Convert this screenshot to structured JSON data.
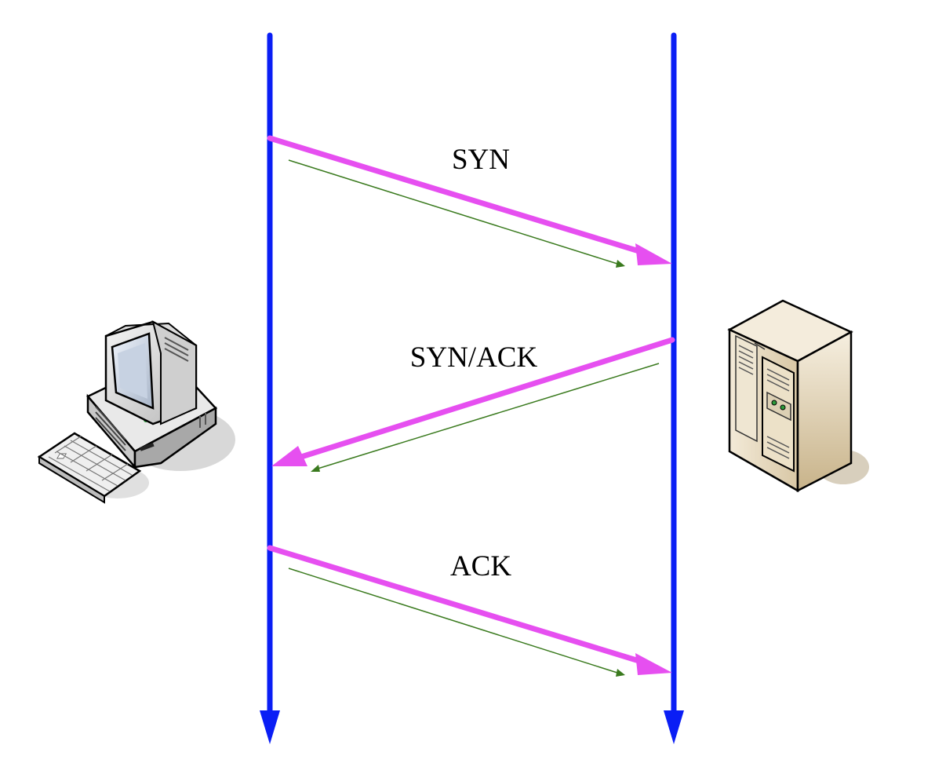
{
  "diagram": {
    "messages": [
      {
        "label": "SYN",
        "from": "client",
        "to": "server"
      },
      {
        "label": "SYN/ACK",
        "from": "server",
        "to": "client"
      },
      {
        "label": "ACK",
        "from": "client",
        "to": "server"
      }
    ],
    "nodes": [
      {
        "id": "client",
        "icon": "desktop-computer-icon"
      },
      {
        "id": "server",
        "icon": "server-tower-icon"
      }
    ]
  },
  "colors": {
    "timeline": "#0a1ef5",
    "message": "#e64ff0",
    "segment": "#3a7a1e"
  }
}
